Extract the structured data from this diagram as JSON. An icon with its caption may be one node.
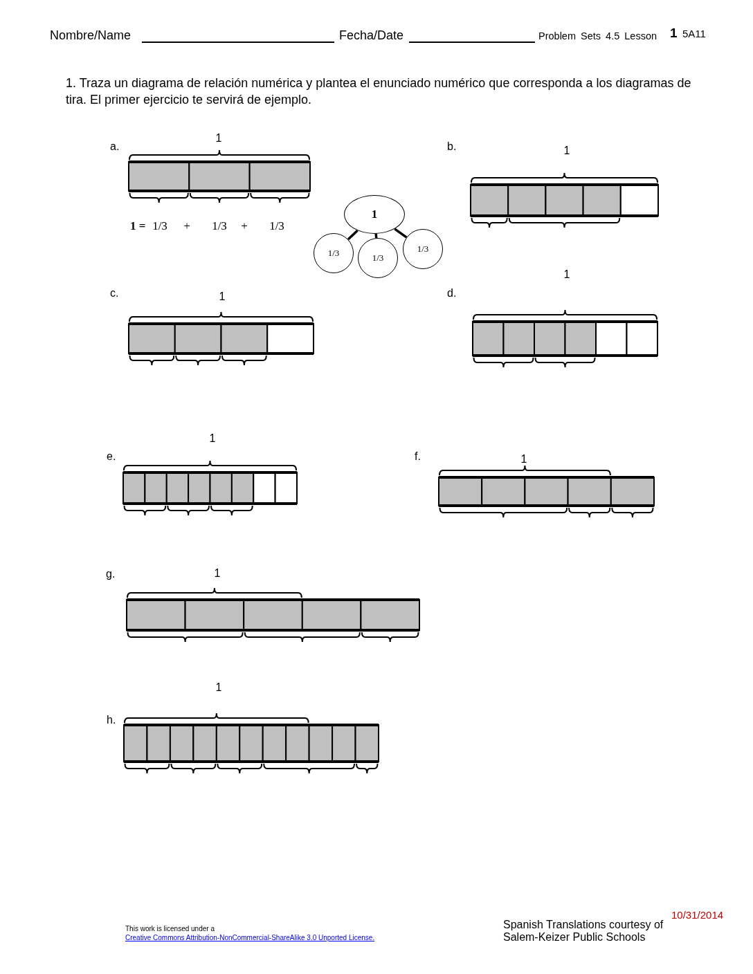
{
  "diagram": {
    "nodes": [
      {
        "text": [
          "1"
        ]
      },
      {
        "text": [
          "1/3"
        ]
      },
      {
        "text": [
          "1/3"
        ]
      },
      {
        "text": [
          "1/3"
        ]
      }
    ],
    "edges": [
      {
        "from": 0,
        "to": 1,
        "arrow": "none"
      },
      {
        "from": 0,
        "to": 2,
        "arrow": "none"
      },
      {
        "from": 0,
        "to": 3,
        "arrow": "none"
      }
    ],
    "labels": [
      "Nombre/Name",
      "Fecha/Date",
      "Problem Sets 4.5 Lesson",
      "1",
      "5A11",
      "1. Traza un diagrama de relación numérica y plantea el enunciado numérico que corresponda a los diagramas de tira. El primer ejercicio te servirá de ejemplo.",
      "a.",
      "1",
      "1 =",
      "1/3",
      "+",
      "1/3",
      "+",
      "1/3",
      "b.",
      "1",
      "c.",
      "1",
      "d.",
      "1",
      "e.",
      "1",
      "f.",
      "1",
      "g.",
      "1",
      "h.",
      "1",
      "10/31/2014",
      "This work is licensed under a",
      "Creative Commons Attribution-NonCommercial-ShareAlike 3.0 Unported License.",
      "Spanish Translations courtesy of Salem-Keizer Public Schools"
    ]
  }
}
